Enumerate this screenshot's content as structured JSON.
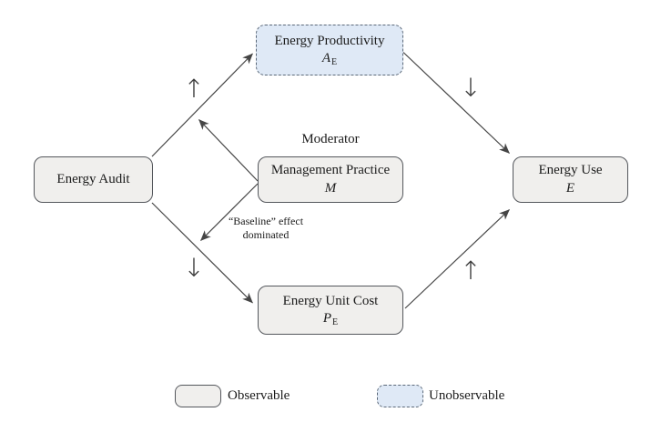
{
  "figure": {
    "nodes": {
      "energy_productivity": {
        "label": "Energy Productivity",
        "symbol": "A",
        "subscript": "E"
      },
      "energy_audit": {
        "label": "Energy Audit"
      },
      "management_practice": {
        "label": "Management Practice",
        "symbol": "M",
        "subscript": ""
      },
      "energy_use": {
        "label": "Energy Use",
        "symbol": "E",
        "subscript": ""
      },
      "energy_unit_cost": {
        "label": "Energy Unit Cost",
        "symbol": "P",
        "subscript": "E"
      }
    },
    "annotations": {
      "moderator": "Moderator",
      "baseline_line1": "“Baseline” effect",
      "baseline_line2": "dominated",
      "sign_audit_productivity": "↑",
      "sign_productivity_use": "↓",
      "sign_audit_unitcost": "↓",
      "sign_unitcost_use": "↑"
    },
    "legend": {
      "observable_label": "Observable",
      "unobservable_label": "Unobservable"
    },
    "colors": {
      "observable_fill": "#f0efed",
      "unobservable_fill": "#dfe9f6",
      "node_border": "#54575c",
      "unobservable_border": "#5b6878",
      "connector": "#454545"
    }
  }
}
